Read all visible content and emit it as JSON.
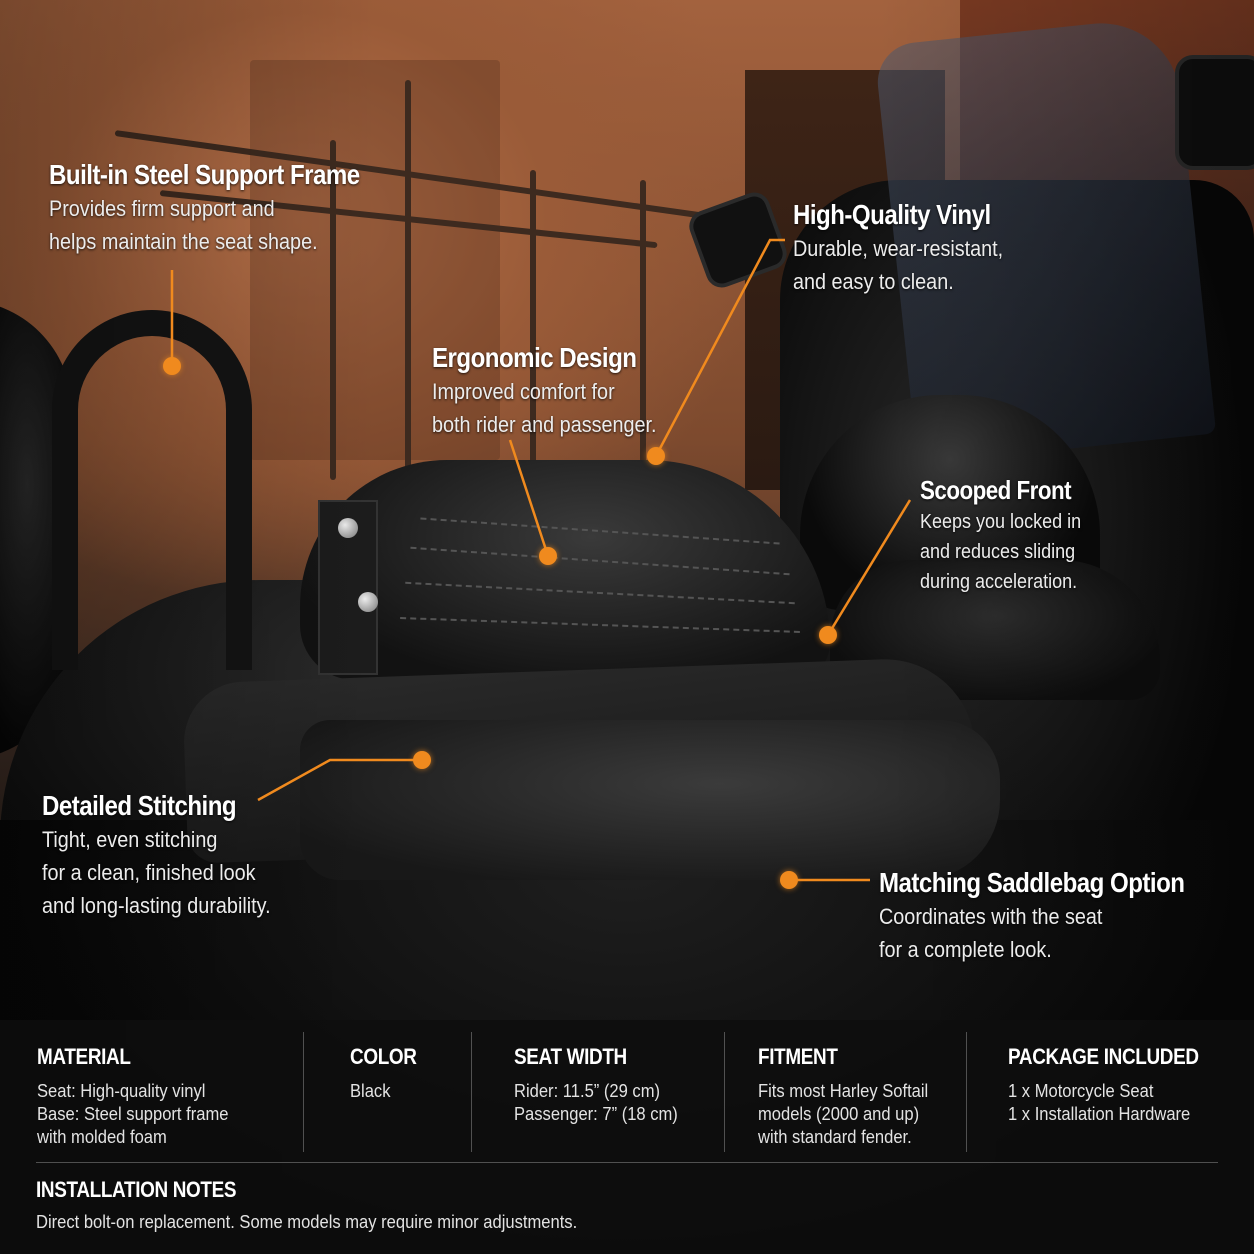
{
  "callouts": {
    "steel_frame": {
      "title": "Built-in Steel Support Frame",
      "desc": "Provides firm support and\nhelps maintain the seat shape."
    },
    "vinyl": {
      "title": "High-Quality Vinyl",
      "desc": "Durable, wear-resistant,\nand easy to clean."
    },
    "ergonomic": {
      "title": "Ergonomic Design",
      "desc": "Improved comfort for\nboth rider and passenger."
    },
    "scooped": {
      "title": "Scooped Front",
      "desc": "Keeps you locked in\nand reduces sliding\nduring acceleration."
    },
    "stitching": {
      "title": "Detailed Stitching",
      "desc": "Tight, even stitching\nfor a clean, finished look\nand long-lasting durability."
    },
    "saddlebag": {
      "title": "Matching Saddlebag Option",
      "desc": "Coordinates with the seat\nfor a complete look."
    }
  },
  "specs": {
    "material": {
      "label": "MATERIAL",
      "lines": [
        "Seat: High-quality vinyl",
        "Base: Steel support frame",
        "with molded foam"
      ]
    },
    "color": {
      "label": "COLOR",
      "lines": [
        "Black"
      ]
    },
    "seat_width": {
      "label": "SEAT WIDTH",
      "lines": [
        "Rider: 11.5” (29 cm)",
        "Passenger: 7” (18 cm)"
      ]
    },
    "fitment": {
      "label": "FITMENT",
      "lines": [
        "Fits most Harley Softail",
        "models (2000 and up)",
        "with standard fender."
      ]
    },
    "package": {
      "label": "PACKAGE INCLUDED",
      "lines": [
        "1 x Motorcycle Seat",
        "1 x Installation Hardware"
      ]
    },
    "install": {
      "label": "INSTALLATION NOTES",
      "text": "Direct bolt-on replacement. Some models may require minor adjustments."
    }
  },
  "colors": {
    "accent": "#f08a1e",
    "panel_bg": "#0e0e0e"
  }
}
